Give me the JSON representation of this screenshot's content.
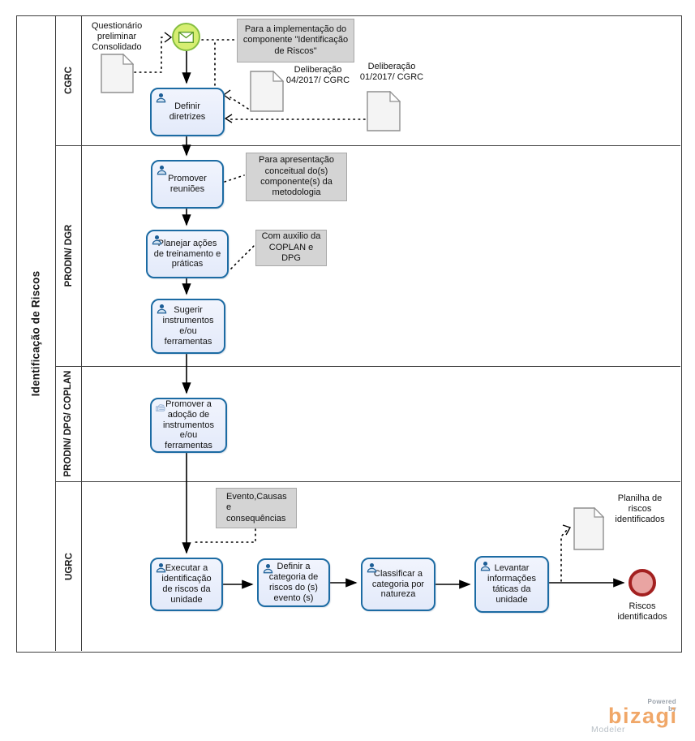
{
  "pool": {
    "title": "Identificação de Riscos"
  },
  "lanes": {
    "cgrc": {
      "label": "CGRC"
    },
    "dgr": {
      "label": "PRODIN/ DGR"
    },
    "coplan": {
      "label": "PRODIN/ DPG/ COPLAN"
    },
    "ugrc": {
      "label": "UGRC"
    }
  },
  "tasks": {
    "definir": {
      "label": "Definir diretrizes"
    },
    "reunioes": {
      "label": "Promover reuniões"
    },
    "planejar": {
      "label": "Planejar ações de treinamento e práticas"
    },
    "sugerir": {
      "label": "Sugerir instrumentos e/ou ferramentas"
    },
    "adocao": {
      "label": "Promover a adoção de instrumentos e/ou ferramentas"
    },
    "executar": {
      "label": "Executar a identificação de riscos da unidade"
    },
    "categoria": {
      "label": "Definir a categoria de riscos do (s) evento (s)"
    },
    "classificar": {
      "label": "Classificar a categoria por natureza"
    },
    "levantar": {
      "label": "Levantar informações táticas da unidade"
    }
  },
  "annotations": {
    "implementacao": {
      "text": "Para a implementação do componente \"Identificação de Riscos\""
    },
    "apresentacao": {
      "text": "Para apresentação conceitual do(s) componente(s) da metodologia"
    },
    "auxilio": {
      "text": "Com auxilio da COPLAN e DPG"
    },
    "evento": {
      "text": "Evento,Causas e consequências"
    }
  },
  "documents": {
    "questionario": {
      "label": "Questionário preliminar Consolidado"
    },
    "delib04": {
      "label": "Deliberação 04/2017/ CGRC"
    },
    "delib01": {
      "label": "Deliberação 01/2017/ CGRC"
    },
    "planilha": {
      "label": "Planilha de riscos identificados"
    }
  },
  "events": {
    "start": {
      "type": "message-start"
    },
    "end": {
      "label": "Riscos identificados"
    }
  },
  "colors": {
    "task_border": "#1c6ba3",
    "task_fill": "#e9eefb",
    "start_fill": "#d6ee72",
    "start_border": "#86bf41",
    "end_fill": "#e9a4a2",
    "end_border": "#a32020",
    "annotation_fill": "#d4d4d4"
  },
  "logo": {
    "powered_by": "Powered by",
    "brand": "bizagi",
    "product": "Modeler"
  }
}
